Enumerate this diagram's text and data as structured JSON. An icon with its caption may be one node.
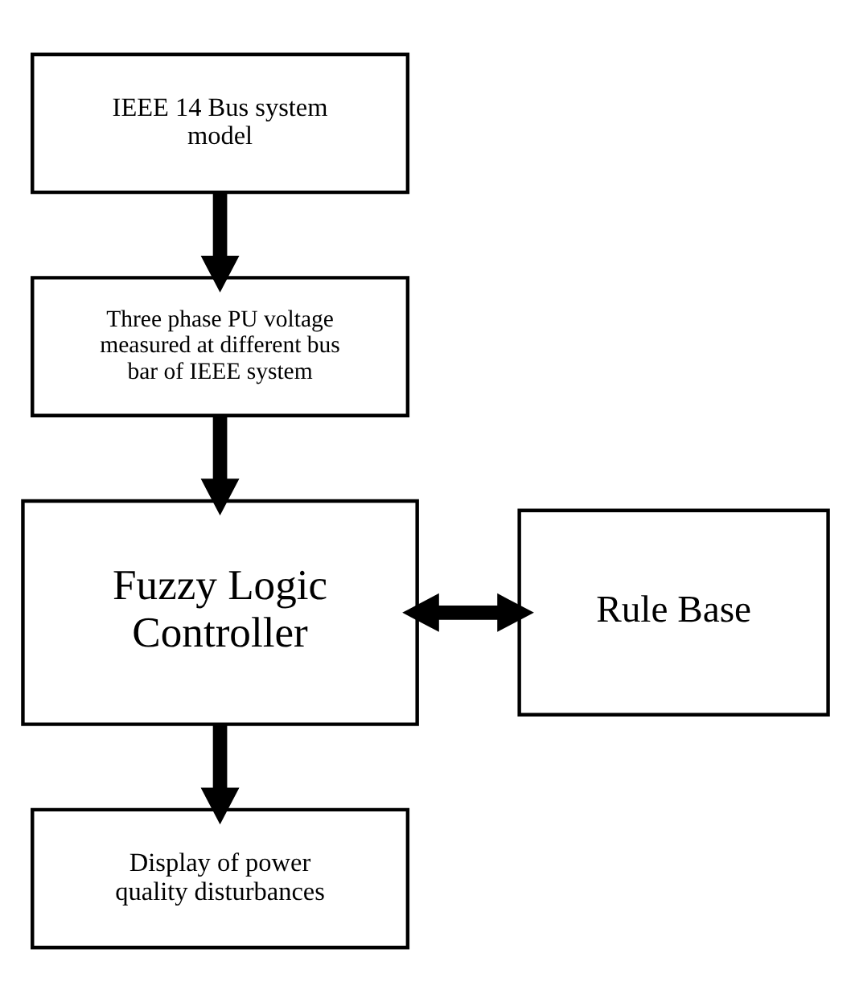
{
  "diagram": {
    "nodes": [
      {
        "text": [
          "IEEE 14 Bus system model"
        ]
      },
      {
        "text": [
          "Three phase PU voltage measured at different bus bar of IEEE system"
        ]
      },
      {
        "text": [
          "Fuzzy Logic Controller"
        ]
      },
      {
        "text": [
          "Rule Base"
        ]
      },
      {
        "text": [
          "Display of power quality disturbances"
        ]
      }
    ],
    "edges": [
      {
        "from": 0,
        "to": 1,
        "arrow": "to"
      },
      {
        "from": 1,
        "to": 2,
        "arrow": "to"
      },
      {
        "from": 2,
        "to": 3,
        "arrow": "both"
      },
      {
        "from": 2,
        "to": 4,
        "arrow": "to"
      }
    ]
  }
}
